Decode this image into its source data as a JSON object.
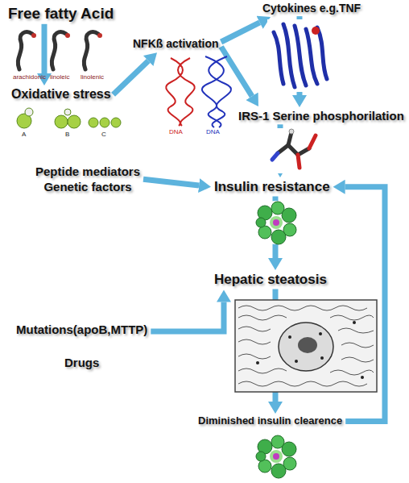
{
  "diagram": {
    "nodes": [
      {
        "text": [
          "Free fatty Acid"
        ]
      },
      {
        "text": [
          "Oxidative stress"
        ]
      },
      {
        "text": [
          "NFKß activation"
        ]
      },
      {
        "text": [
          "Cytokines e.g.TNF"
        ]
      },
      {
        "text": [
          "IRS-1 Serine phosphorilation"
        ]
      },
      {
        "text": [
          "Peptide mediators",
          "Genetic factors"
        ]
      },
      {
        "text": [
          "Insulin resistance"
        ]
      },
      {
        "text": [
          "Hepatic steatosis"
        ]
      },
      {
        "text": [
          "Mutations(apoB,MTTP)",
          "Drugs"
        ]
      },
      {
        "text": [
          "Diminished insulin clearence"
        ]
      }
    ],
    "edges": [
      {
        "from": 0,
        "to": 1,
        "arrow": "to"
      },
      {
        "from": 1,
        "to": 2,
        "arrow": "to"
      },
      {
        "from": 2,
        "to": 3,
        "arrow": "to"
      },
      {
        "from": 2,
        "to": 4,
        "arrow": "to"
      },
      {
        "from": 3,
        "to": 4,
        "arrow": "to"
      },
      {
        "from": 4,
        "to": 6,
        "arrow": "to"
      },
      {
        "from": 5,
        "to": 6,
        "arrow": "to"
      },
      {
        "from": 6,
        "to": 7,
        "arrow": "to"
      },
      {
        "from": 7,
        "to": 9,
        "arrow": "to"
      },
      {
        "from": 8,
        "to": 7,
        "arrow": "to"
      },
      {
        "from": 9,
        "to": 6,
        "arrow": "to"
      }
    ],
    "labels": [
      "arachidonic",
      "linoleic",
      "linolenic",
      "A",
      "B",
      "C",
      "DNA",
      "DNA"
    ]
  }
}
